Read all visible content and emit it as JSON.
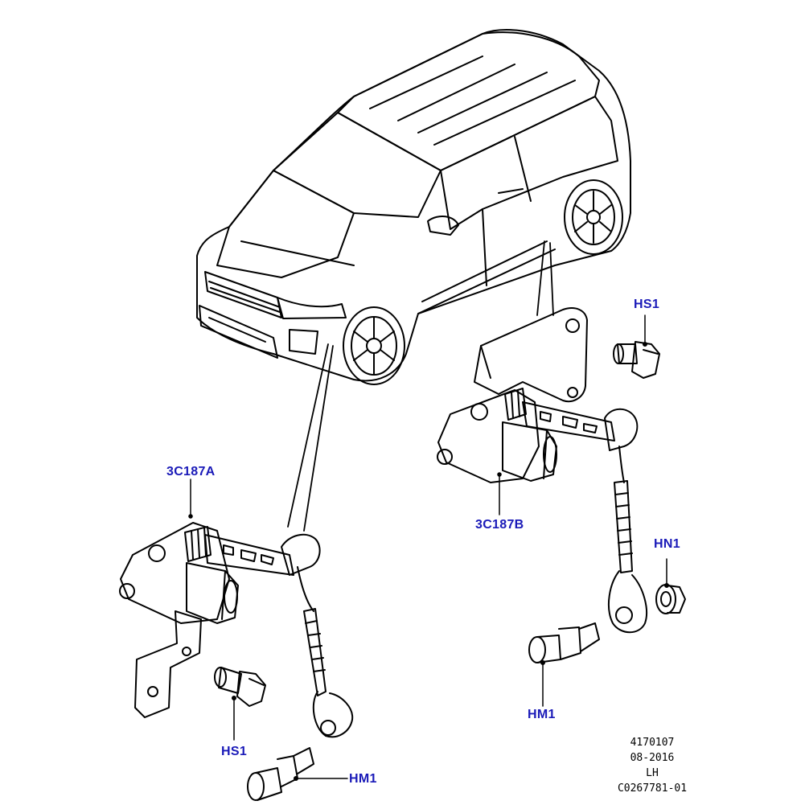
{
  "labels": {
    "sensor_front": "3C187A",
    "sensor_rear": "3C187B",
    "bolt_rear": "HS1",
    "bolt_front": "HS1",
    "nut_rear": "HN1",
    "stud_rear": "HM1",
    "stud_front": "HM1"
  },
  "footer": {
    "code": "4170107",
    "date": "08-2016",
    "side": "LH",
    "illustration_id": "C0267781-01"
  },
  "colors": {
    "callout": "#1a1ab8",
    "line": "#000000"
  }
}
